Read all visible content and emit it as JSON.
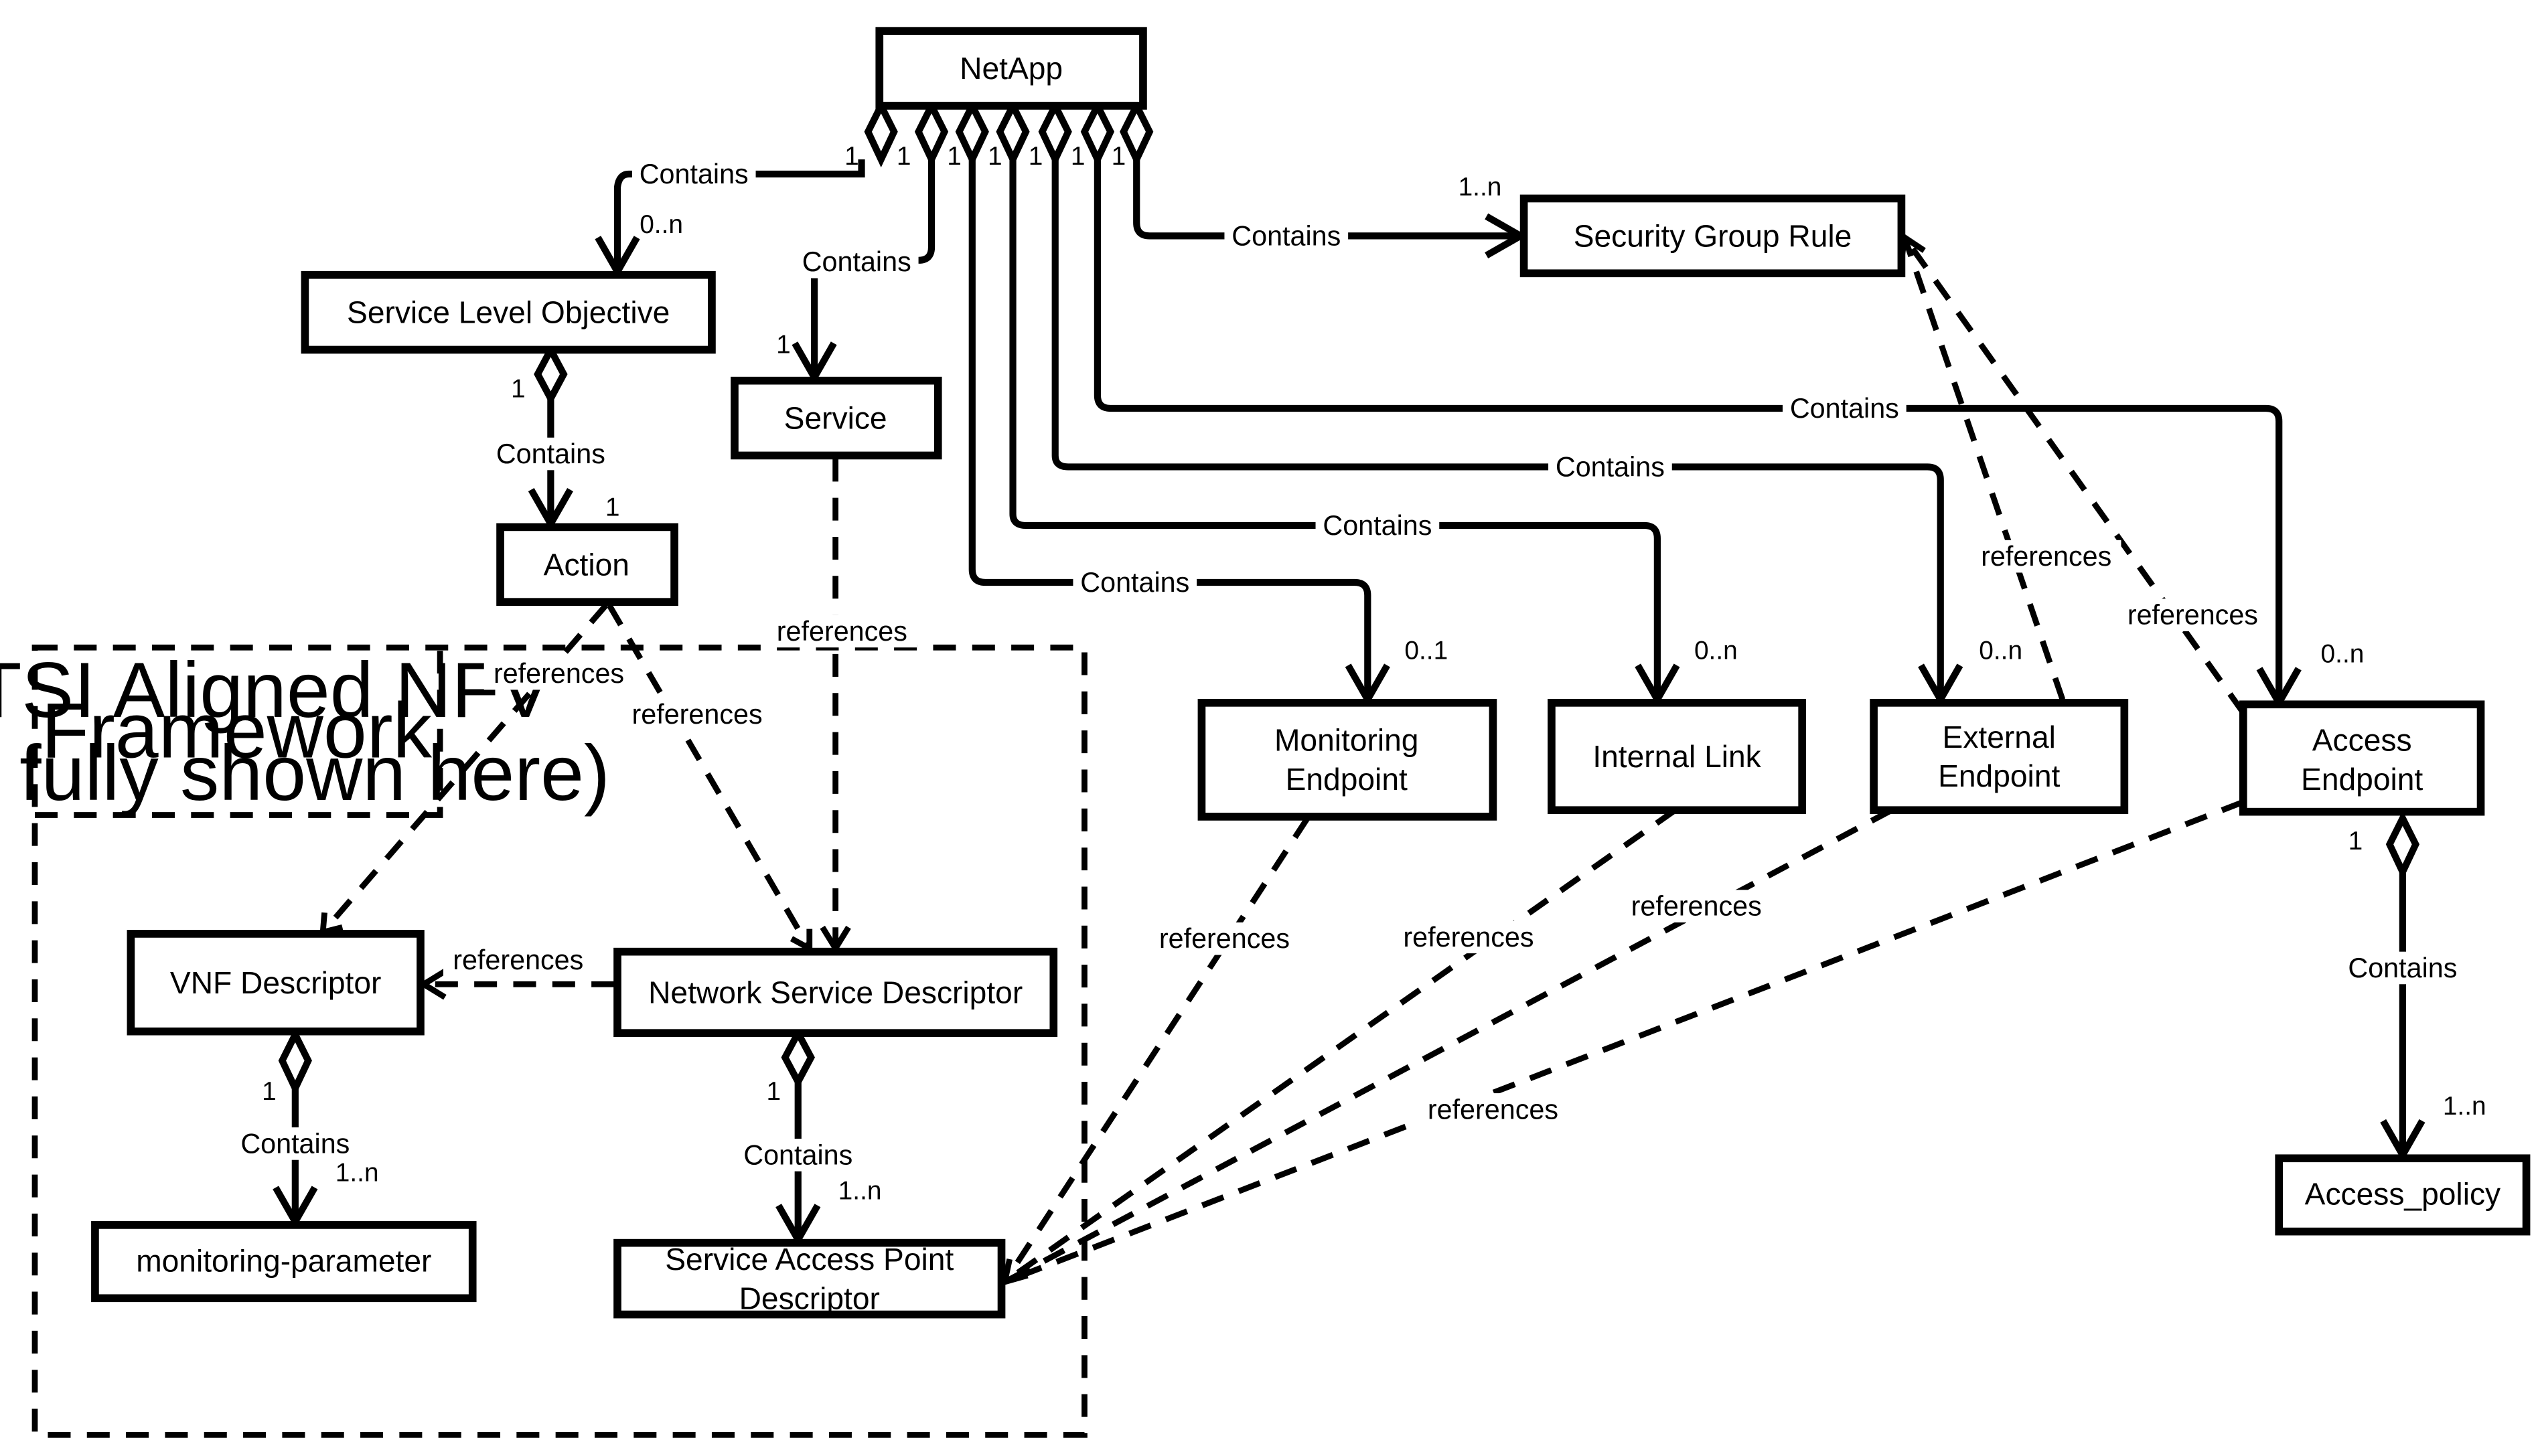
{
  "diagram": {
    "frame": {
      "lines": [
        "ETSI Aligned NFV",
        "Framework",
        "(not fully shown here)"
      ]
    },
    "nodes": {
      "netapp": [
        "NetApp"
      ],
      "slo": [
        "Service Level Objective"
      ],
      "service": [
        "Service"
      ],
      "action": [
        "Action"
      ],
      "sgr": [
        "Security Group Rule"
      ],
      "monitoring_endpoint": [
        "Monitoring",
        "Endpoint"
      ],
      "internal_link": [
        "Internal Link"
      ],
      "external_endpoint": [
        "External",
        "Endpoint"
      ],
      "access_endpoint": [
        "Access",
        "Endpoint"
      ],
      "access_policy": [
        "Access_policy"
      ],
      "vnfd": [
        "VNF Descriptor"
      ],
      "nsd": [
        "Network Service Descriptor"
      ],
      "monitoring_parameter": [
        "monitoring-parameter"
      ],
      "sapd": [
        "Service Access Point",
        "Descriptor"
      ]
    },
    "edge_labels": {
      "netapp_slo": "Contains",
      "netapp_service": "Contains",
      "netapp_sgr": "Contains",
      "netapp_access_endpoint": "Contains",
      "netapp_external_endpoint": "Contains",
      "netapp_internal_link": "Contains",
      "netapp_monitoring_endpoint": "Contains",
      "slo_action": "Contains",
      "access_endpoint_policy": "Contains",
      "vnfd_monitoring_parameter": "Contains",
      "nsd_sapd": "Contains",
      "action_vnfd": "references",
      "action_nsd": "references",
      "service_nsd": "references",
      "nsd_vnfd": "references",
      "external_endpoint_sgr": "references",
      "access_endpoint_sgr": "references",
      "monitoring_endpoint_sapd": "references",
      "internal_link_sapd": "references",
      "external_endpoint_sapd": "references",
      "access_endpoint_sapd": "references"
    },
    "multiplicities": {
      "netapp_slo_src": "1",
      "netapp_service_src": "1",
      "netapp_monitoring_src": "1",
      "netapp_internal_src": "1",
      "netapp_external_src": "1",
      "netapp_access_src": "1",
      "netapp_sgr_src": "1",
      "slo_tgt": "0..n",
      "service_tgt": "1",
      "sgr_tgt": "1..n",
      "slo_action_src": "1",
      "action_tgt": "1",
      "monitoring_endpoint_tgt": "0..1",
      "internal_link_tgt": "0..n",
      "external_endpoint_tgt": "0..n",
      "access_endpoint_tgt": "0..n",
      "access_endpoint_src": "1",
      "access_policy_tgt": "1..n",
      "vnfd_src": "1",
      "monitoring_parameter_tgt": "1..n",
      "nsd_src": "1",
      "sapd_tgt": "1..n"
    }
  }
}
